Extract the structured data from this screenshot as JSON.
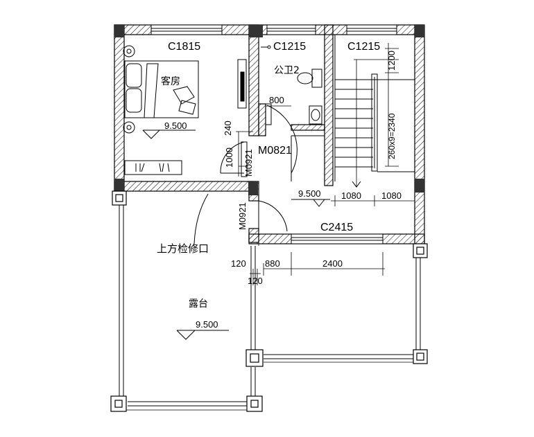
{
  "windows": {
    "bedroom": "C1815",
    "toilet": "C1215",
    "stair": "C1215",
    "corridor": "C2415"
  },
  "doors": {
    "main": "M0821",
    "bedroom": "M0921",
    "lower": "M0921"
  },
  "rooms": {
    "bedroom": "客房",
    "toilet": "公卫2",
    "terrace": "露台",
    "hatch": "上方检修口"
  },
  "elevations": {
    "bedroom": "9.500",
    "corridor": "9.500",
    "terrace": "9.500"
  },
  "dimensions": {
    "d800": "800",
    "d240": "240",
    "d1000": "1000",
    "d1200": "1200",
    "stair_run": "260x9=2340",
    "d1080a": "1080",
    "d1080b": "1080",
    "d120a": "120",
    "d880": "880",
    "d2400": "2400",
    "d120b": "120"
  },
  "colors": {
    "line": "#000000",
    "column": "#333333",
    "background": "#ffffff"
  }
}
